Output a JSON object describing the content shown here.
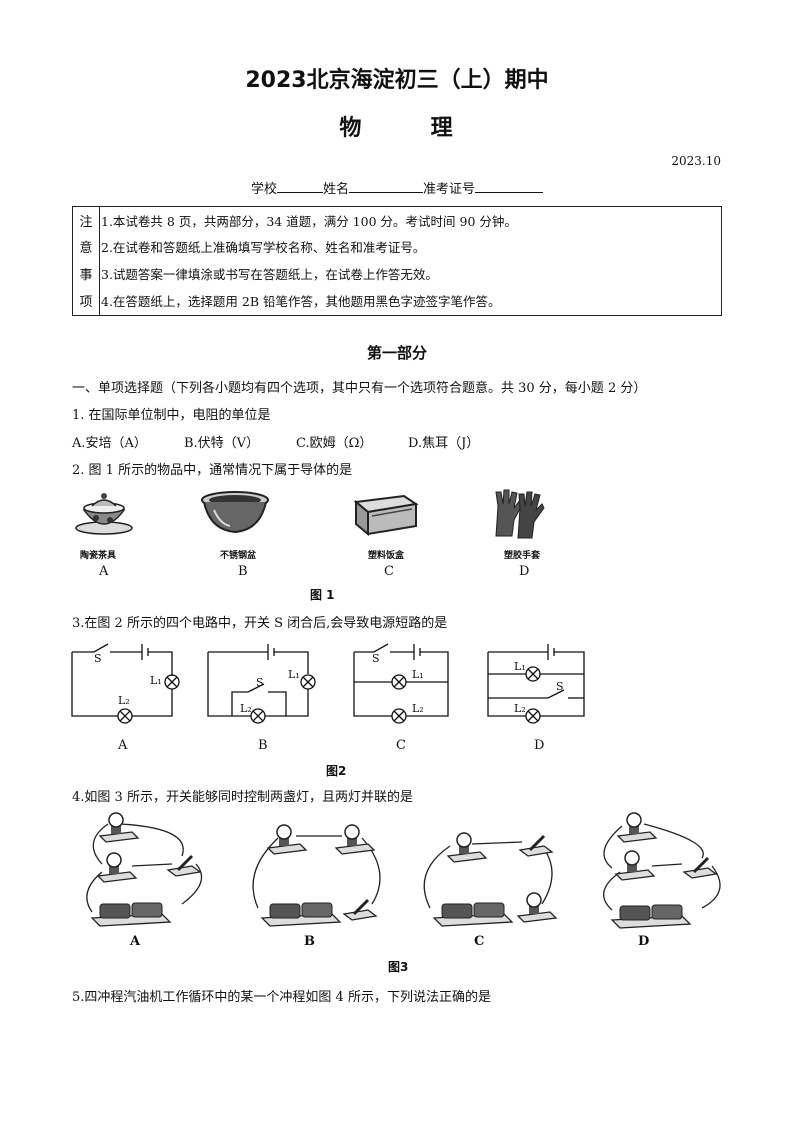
{
  "header": {
    "title": "2023北京海淀初三（上）期中",
    "subject_a": "物",
    "subject_b": "理",
    "date": "2023.10",
    "school_label": "学校",
    "name_label": "姓名",
    "exam_id_label": "准考证号"
  },
  "notice": {
    "side_chars": [
      "注",
      "意",
      "事",
      "项"
    ],
    "items": [
      "1.本试卷共 8 页，共两部分，34 道题，满分 100 分。考试时间 90 分钟。",
      "2.在试卷和答题纸上准确填写学校名称、姓名和准考证号。",
      "3.试题答案一律填涂或书写在答题纸上，在试卷上作答无效。",
      "4.在答题纸上，选择题用 2B 铅笔作答，其他题用黑色字迹签字笔作答。"
    ]
  },
  "part_title": "第一部分",
  "section1": "一、单项选择题（下列各小题均有四个选项，其中只有一个选项符合题意。共 30 分，每小题 2 分）",
  "q1": {
    "stem": "1. 在国际单位制中，电阻的单位是",
    "options": [
      "A.安培（A）",
      "B.伏特（V）",
      "C.欧姆（Ω）",
      "D.焦耳（J）"
    ]
  },
  "q2": {
    "stem": "2. 图 1 所示的物品中，通常情况下属于导体的是",
    "items": [
      {
        "name": "陶瓷茶具",
        "letter": "A",
        "icon": "ceramic-tea-set-icon"
      },
      {
        "name": "不锈钢盆",
        "letter": "B",
        "icon": "stainless-steel-basin-icon"
      },
      {
        "name": "塑料饭盒",
        "letter": "C",
        "icon": "plastic-lunch-box-icon"
      },
      {
        "name": "塑胶手套",
        "letter": "D",
        "icon": "rubber-gloves-icon"
      }
    ],
    "figure": "图 1"
  },
  "q3": {
    "stem": "3.在图 2 所示的四个电路中，开关 S 闭合后,会导致电源短路的是",
    "letters": [
      "A",
      "B",
      "C",
      "D"
    ],
    "labels": {
      "S": "S",
      "L1": "L₁",
      "L2": "L₂"
    },
    "figure": "图2"
  },
  "q4": {
    "stem": "4.如图 3 所示，开关能够同时控制两盏灯，且两灯并联的是",
    "letters": [
      "A",
      "B",
      "C",
      "D"
    ],
    "figure": "图3"
  },
  "q5": {
    "stem": "5.四冲程汽油机工作循环中的某一个冲程如图 4 所示，下列说法正确的是"
  }
}
